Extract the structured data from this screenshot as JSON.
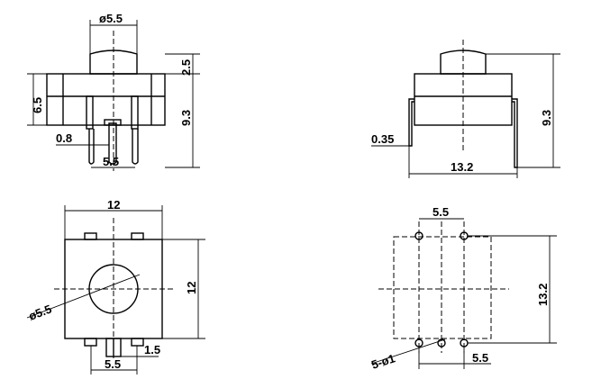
{
  "views": {
    "front": {
      "dims": {
        "button_diameter": "ø5.5",
        "button_height": "2.5",
        "body_height": "6.5",
        "total_height": "9.3",
        "pin_width": "0.8",
        "pin_pitch": "5.5"
      }
    },
    "side": {
      "dims": {
        "total_height": "9.3",
        "pin_thickness": "0.35",
        "width": "13.2"
      }
    },
    "top": {
      "dims": {
        "width": "12",
        "height": "12",
        "button_diameter": "ø5.5",
        "tab_width": "1.5",
        "pin_pitch": "5.5"
      }
    },
    "pcb": {
      "dims": {
        "hole_pitch_top": "5.5",
        "hole_pitch_bottom": "5.5",
        "height": "13.2",
        "holes": "5-ø1"
      }
    }
  }
}
